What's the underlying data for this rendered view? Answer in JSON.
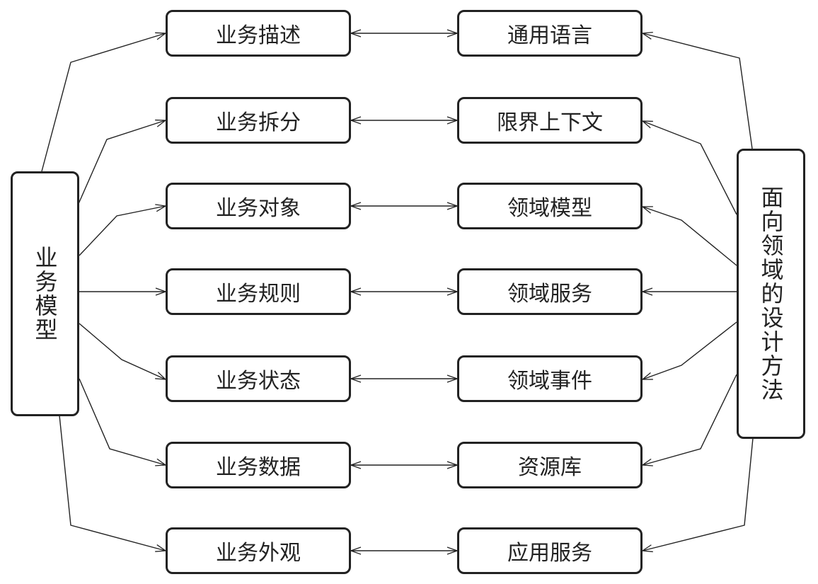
{
  "left_node": {
    "label": "业务模型"
  },
  "right_node": {
    "label": "面向领域的设计方法"
  },
  "rows": [
    {
      "business": "业务描述",
      "domain": "通用语言"
    },
    {
      "business": "业务拆分",
      "domain": "限界上下文"
    },
    {
      "business": "业务对象",
      "domain": "领域模型"
    },
    {
      "business": "业务规则",
      "domain": "领域服务"
    },
    {
      "business": "业务状态",
      "domain": "领域事件"
    },
    {
      "business": "业务数据",
      "domain": "资源库"
    },
    {
      "business": "业务外观",
      "domain": "应用服务"
    }
  ]
}
